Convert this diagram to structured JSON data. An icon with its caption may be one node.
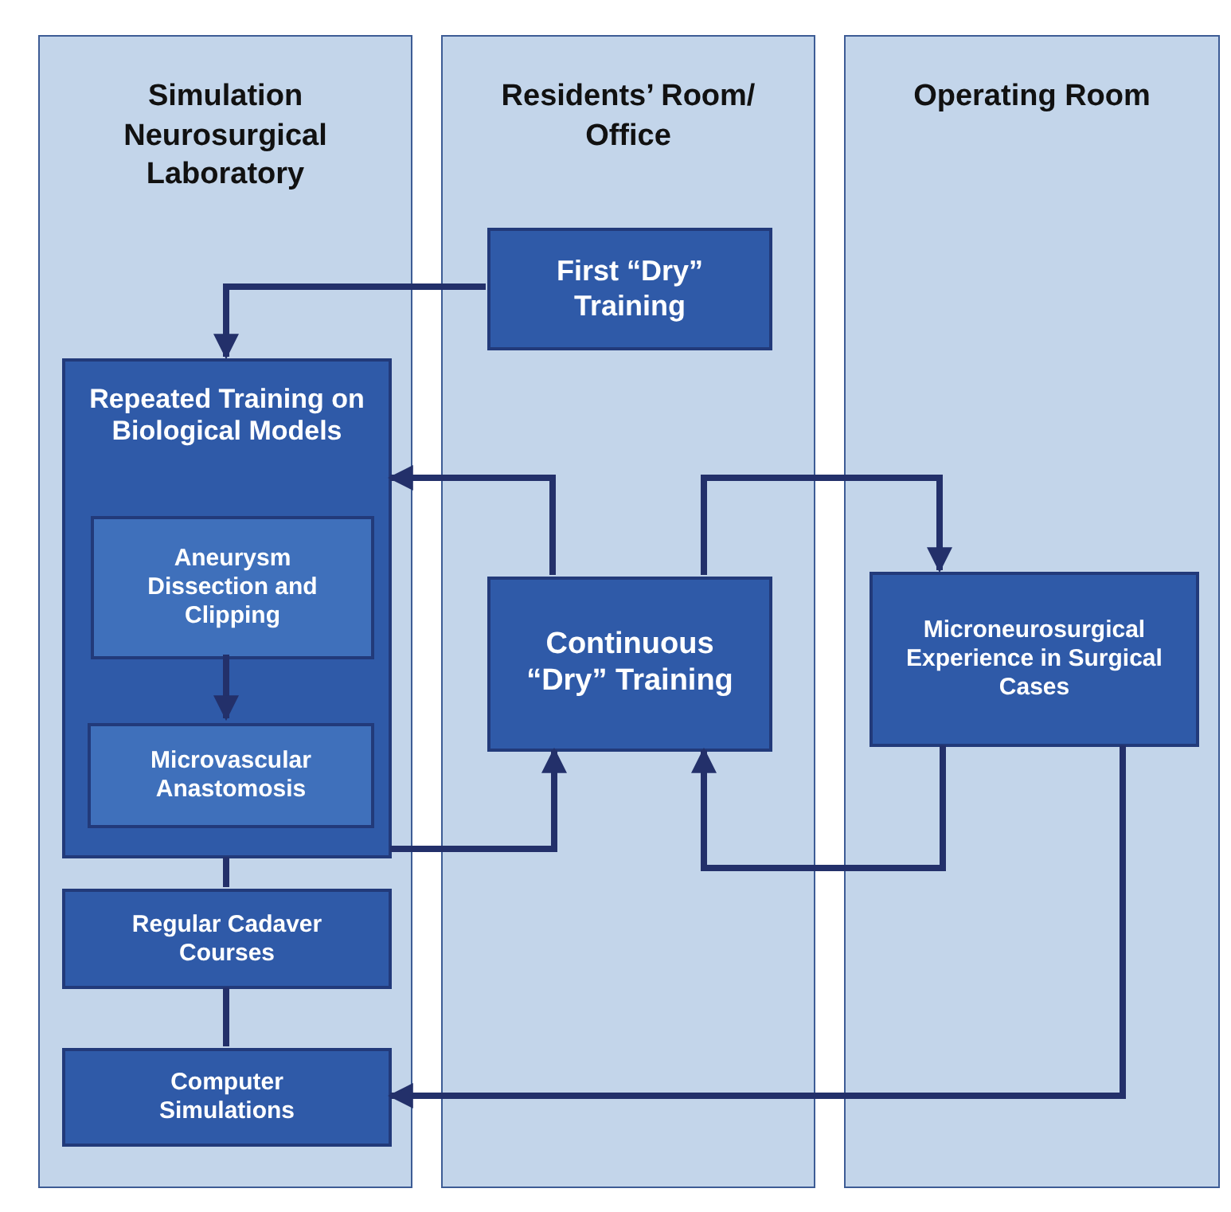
{
  "diagram": {
    "nodes": [
      {
        "text": [
          "Simulation Neurosurgical Laboratory"
        ]
      },
      {
        "text": [
          "Residents’ Room/ Office"
        ]
      },
      {
        "text": [
          "Operating Room"
        ]
      },
      {
        "text": [
          "First “Dry” Training"
        ],
        "in": 1
      },
      {
        "text": [
          "Repeated Training on Biological Models"
        ],
        "in": 0
      },
      {
        "text": [
          "Aneurysm Dissection and Clipping"
        ],
        "in": 4
      },
      {
        "text": [
          "Microvascular Anastomosis"
        ],
        "in": 4
      },
      {
        "text": [
          "Regular Cadaver Courses"
        ],
        "in": 0
      },
      {
        "text": [
          "Computer Simulations"
        ],
        "in": 0
      },
      {
        "text": [
          "Continuous “Dry” Training"
        ],
        "in": 1
      },
      {
        "text": [
          "Microneurosurgical Experience in Surgical Cases"
        ],
        "in": 2
      }
    ],
    "edges": [
      {
        "from": 3,
        "to": 4,
        "arrow": "to"
      },
      {
        "from": 5,
        "to": 6,
        "arrow": "to"
      },
      {
        "from": 9,
        "to": 4,
        "arrow": "to"
      },
      {
        "from": 4,
        "to": 9,
        "arrow": "to"
      },
      {
        "from": 9,
        "to": 10,
        "arrow": "to"
      },
      {
        "from": 10,
        "to": 9,
        "arrow": "to"
      },
      {
        "from": 4,
        "to": 7,
        "arrow": "none"
      },
      {
        "from": 7,
        "to": 8,
        "arrow": "none"
      },
      {
        "from": 10,
        "to": 8,
        "arrow": "to"
      }
    ]
  }
}
